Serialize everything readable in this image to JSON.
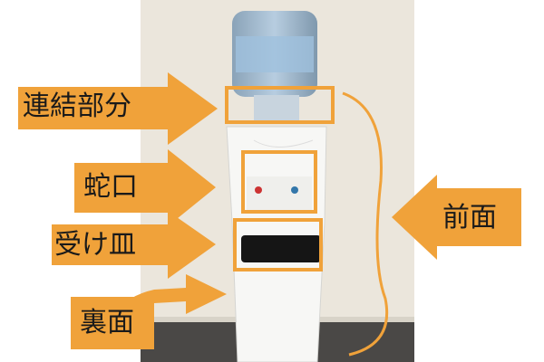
{
  "labels": {
    "connection": "連結部分",
    "faucet": "蛇口",
    "drip_tray": "受け皿",
    "back": "裏面",
    "front": "前面"
  },
  "colors": {
    "accent": "#f0a23a",
    "wall": "#ebe6dc",
    "floor": "#4a4846"
  }
}
